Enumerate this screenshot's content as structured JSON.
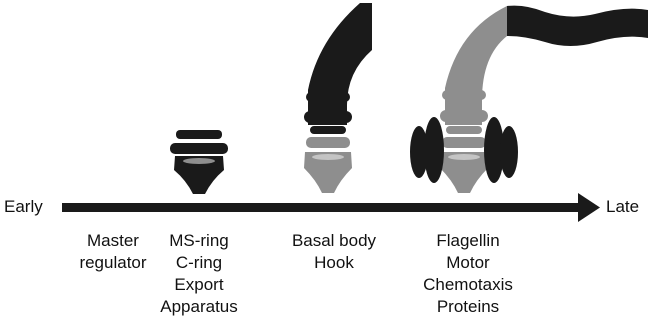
{
  "axis": {
    "start_label": "Early",
    "end_label": "Late"
  },
  "stages": [
    {
      "label": "Master\nregulator"
    },
    {
      "label": "MS-ring\nC-ring\nExport\nApparatus"
    },
    {
      "label": "Basal body\nHook"
    },
    {
      "label": "Flagellin\nMotor\nChemotaxis\nProteins"
    }
  ],
  "colors": {
    "dark": "#1a1a1a",
    "gray": "#8e8e8e",
    "light_gray": "#c4c4c4",
    "text": "#111111"
  }
}
